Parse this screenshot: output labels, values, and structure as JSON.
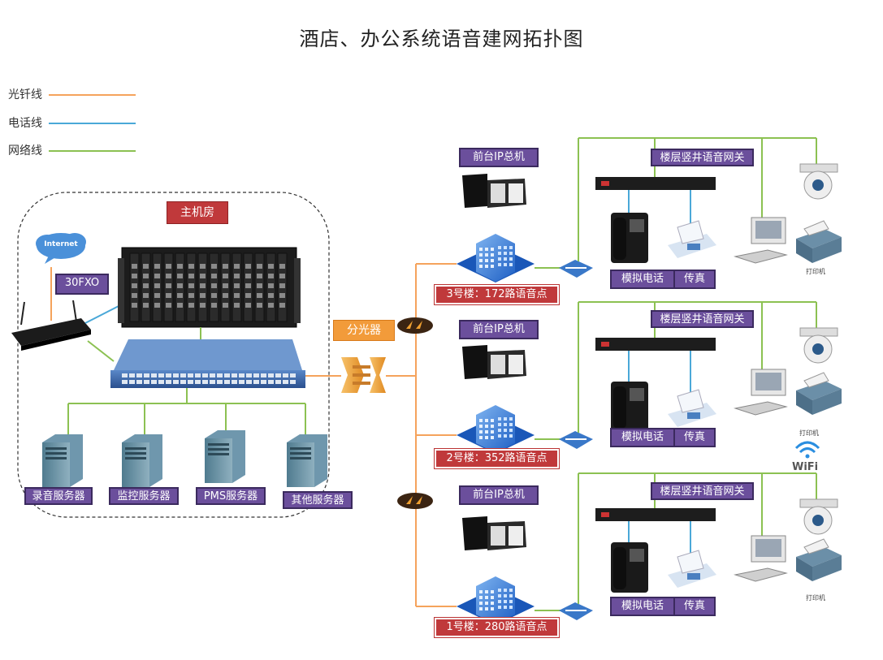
{
  "title": "酒店、办公系统语音建网拓扑图",
  "legend": [
    {
      "label": "光钎线",
      "color": "#f5a35c"
    },
    {
      "label": "电话线",
      "color": "#4aa8d8"
    },
    {
      "label": "网络线",
      "color": "#8cc152"
    }
  ],
  "machine_room": {
    "label": "主机房",
    "internet_label": "Internet",
    "fxo_label": "30FXO",
    "servers": [
      "录音服务器",
      "监控服务器",
      "PMS服务器",
      "其他服务器"
    ]
  },
  "splitter_label": "分光器",
  "buildings": [
    {
      "front_desk": "前台IP总机",
      "label": "3号楼：172路语音点",
      "gateway": "楼层竖井语音网关",
      "phone_label": "模拟电话",
      "fax_label": "传真",
      "printer_label": "打印机"
    },
    {
      "front_desk": "前台IP总机",
      "label": "2号楼：352路语音点",
      "gateway": "楼层竖井语音网关",
      "phone_label": "模拟电话",
      "fax_label": "传真",
      "printer_label": "打印机"
    },
    {
      "front_desk": "前台IP总机",
      "label": "1号楼：280路语音点",
      "gateway": "楼层竖井语音网关",
      "phone_label": "模拟电话",
      "fax_label": "传真",
      "printer_label": "打印机"
    }
  ],
  "wifi_label": "WiFi",
  "colors": {
    "fiber": "#f5a35c",
    "phone": "#4aa8d8",
    "network": "#8cc152",
    "purple": "#6b4f9c",
    "red": "#c0393b"
  }
}
